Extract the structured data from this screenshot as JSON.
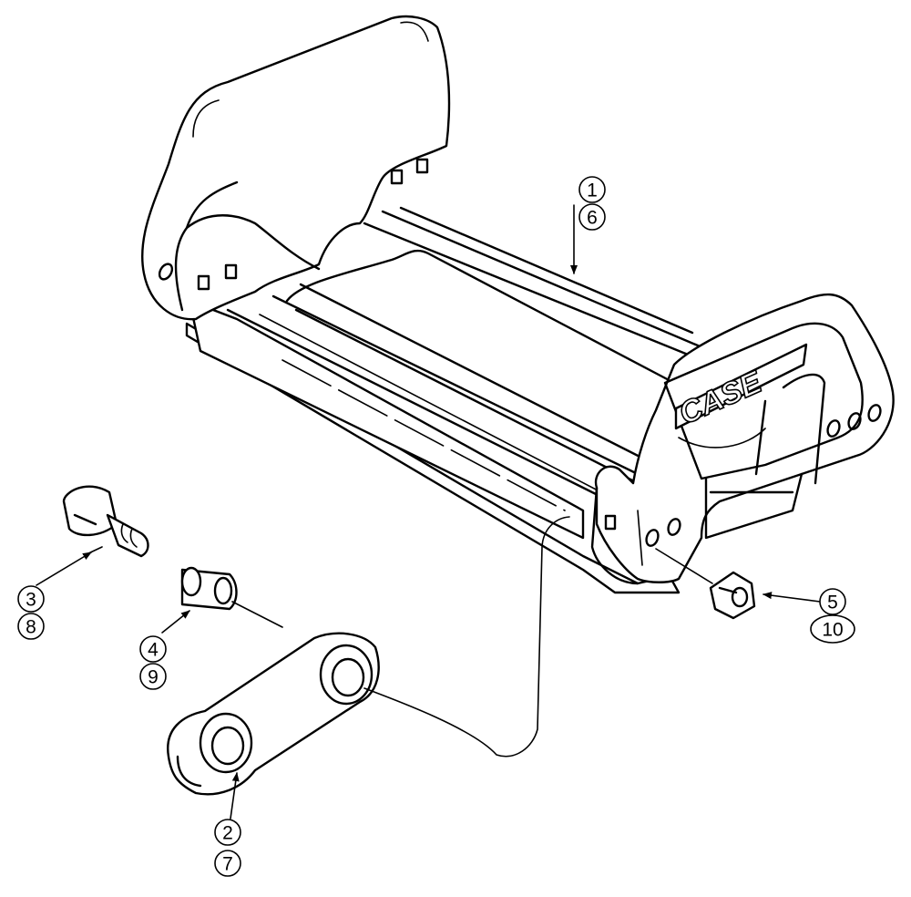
{
  "logo": {
    "text": "CASE"
  },
  "callouts": [
    {
      "id": "c1",
      "label": "1"
    },
    {
      "id": "c6",
      "label": "6"
    },
    {
      "id": "c3",
      "label": "3"
    },
    {
      "id": "c8",
      "label": "8"
    },
    {
      "id": "c4",
      "label": "4"
    },
    {
      "id": "c9",
      "label": "9"
    },
    {
      "id": "c5",
      "label": "5"
    },
    {
      "id": "c10",
      "label": "10"
    },
    {
      "id": "c2",
      "label": "2"
    },
    {
      "id": "c7",
      "label": "7"
    }
  ]
}
